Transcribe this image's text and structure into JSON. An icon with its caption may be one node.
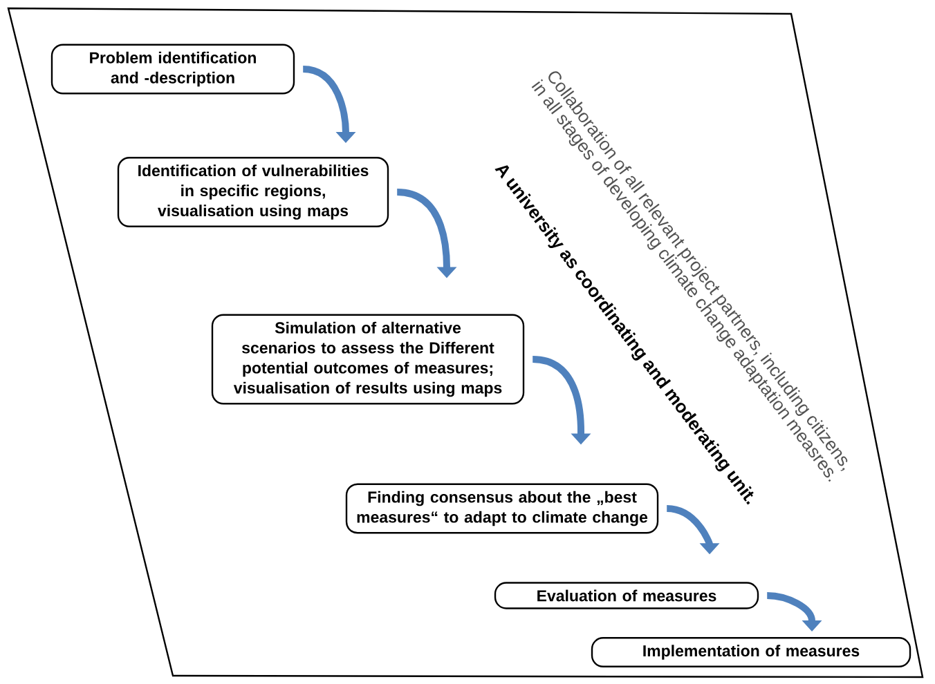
{
  "diagram": {
    "nodes": [
      {
        "text": [
          "Problem identification and -description"
        ]
      },
      {
        "text": [
          "Identification of vulnerabilities in specific regions, visualisation using maps"
        ]
      },
      {
        "text": [
          "Simulation of alternative scenarios to assess the Different potential outcomes of measures; visualisation of results using maps"
        ]
      },
      {
        "text": [
          "Finding consensus about the „best measures“ to adapt to climate change"
        ]
      },
      {
        "text": [
          "Evaluation of measures"
        ]
      },
      {
        "text": [
          "Implementation of measures"
        ]
      }
    ],
    "edges": [
      {
        "from": 0,
        "to": 1,
        "arrow": "to"
      },
      {
        "from": 1,
        "to": 2,
        "arrow": "to"
      },
      {
        "from": 2,
        "to": 3,
        "arrow": "to"
      },
      {
        "from": 3,
        "to": 4,
        "arrow": "to"
      },
      {
        "from": 4,
        "to": 5,
        "arrow": "to"
      }
    ],
    "labels": [
      "Collaboration of all relevant project partners, including citizens, in all stages of developing climate change adaptation measres.",
      "A university as coordinating and moderating unit."
    ]
  }
}
